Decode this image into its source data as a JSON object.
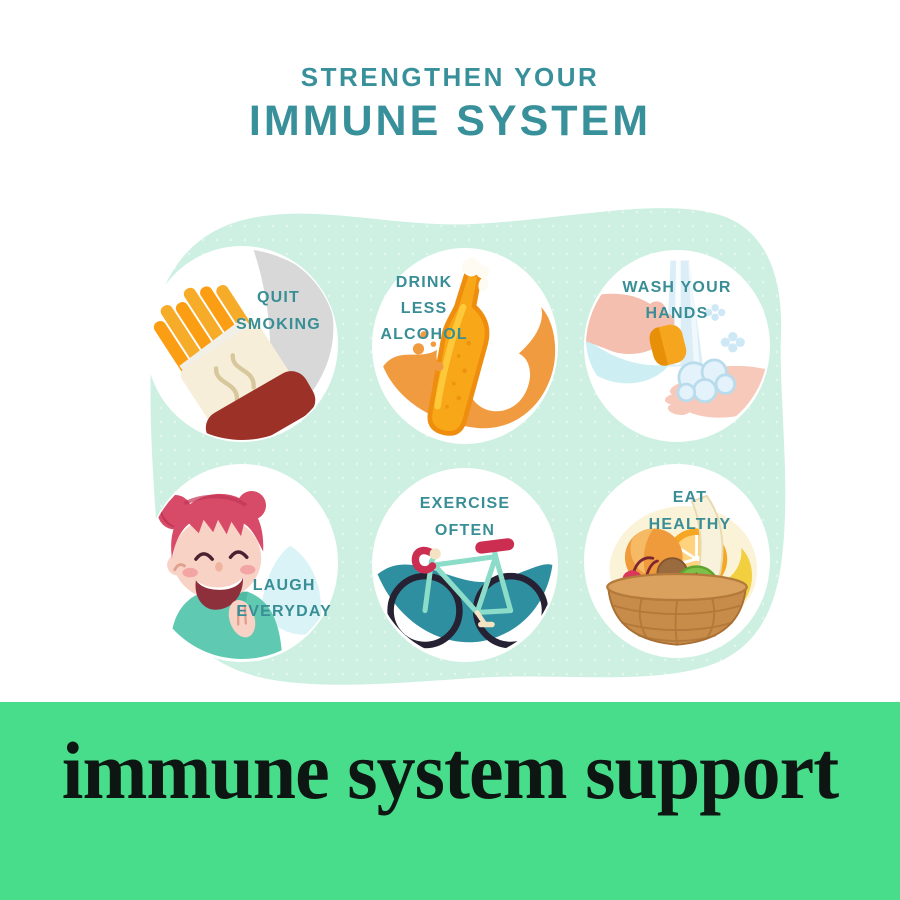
{
  "header": {
    "line1": "STRENGTHEN YOUR",
    "line2": "IMMUNE SYSTEM"
  },
  "tips": [
    {
      "id": "quit-smoking",
      "icon": "cigarette-pack-icon",
      "label_lines": [
        "QUIT",
        "SMOKING"
      ]
    },
    {
      "id": "drink-less-alcohol",
      "icon": "beer-bottle-icon",
      "label_lines": [
        "DRINK",
        "LESS",
        "ALCOHOL"
      ]
    },
    {
      "id": "wash-your-hands",
      "icon": "hand-washing-icon",
      "label_lines": [
        "WASH YOUR",
        "HANDS"
      ]
    },
    {
      "id": "laugh-everyday",
      "icon": "laughing-girl-icon",
      "label_lines": [
        "LAUGH",
        "EVERYDAY"
      ]
    },
    {
      "id": "exercise-often",
      "icon": "bicycle-icon",
      "label_lines": [
        "EXERCISE",
        "OFTEN"
      ]
    },
    {
      "id": "eat-healthy",
      "icon": "fruit-basket-icon",
      "label_lines": [
        "EAT",
        "HEALTHY"
      ]
    }
  ],
  "banner": {
    "text": "immune system support"
  },
  "colors": {
    "title_teal": "#38909A",
    "label_teal": "#398E96",
    "mint_background": "#CDF0E2",
    "banner_green": "#48DD8B",
    "banner_text": "#0E1613",
    "circle_white": "#FFFFFF"
  }
}
